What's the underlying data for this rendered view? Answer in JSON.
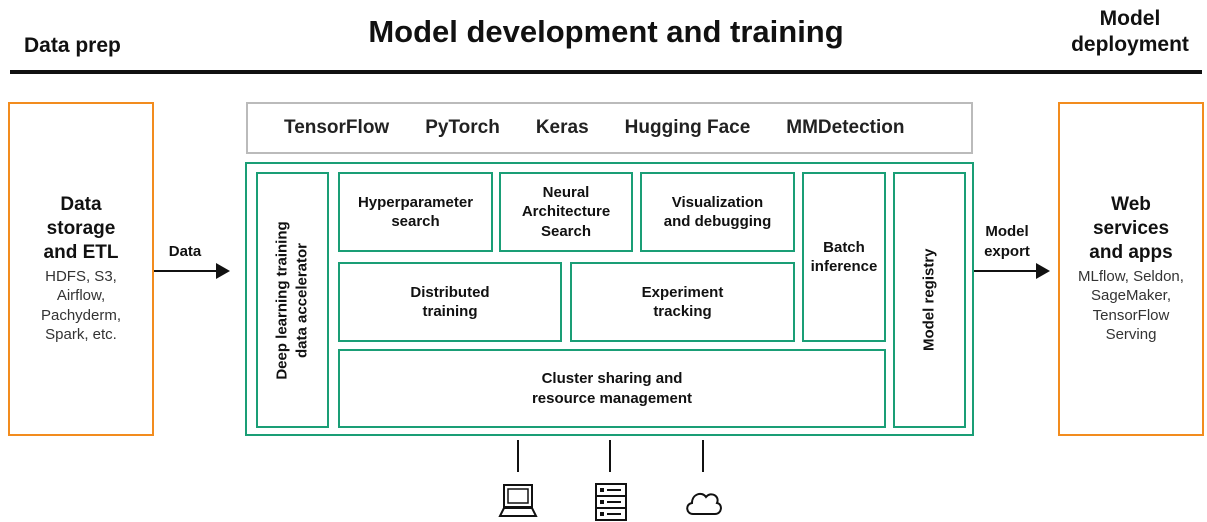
{
  "headers": {
    "left": "Data prep",
    "center": "Model development and training",
    "right_line1": "Model",
    "right_line2": "deployment"
  },
  "data_prep": {
    "title_lines": [
      "Data",
      "storage",
      "and ETL"
    ],
    "tools_lines": [
      "HDFS, S3,",
      "Airflow,",
      "Pachyderm,",
      "Spark, etc."
    ]
  },
  "deployment": {
    "title_lines": [
      "Web",
      "services",
      "and apps"
    ],
    "tools_lines": [
      "MLflow, Seldon,",
      "SageMaker,",
      "TensorFlow",
      "Serving"
    ]
  },
  "frameworks": [
    "TensorFlow",
    "PyTorch",
    "Keras",
    "Hugging Face",
    "MMDetection"
  ],
  "platform": {
    "accelerator": [
      "Deep learning training",
      "data accelerator"
    ],
    "hyperparameter": [
      "Hyperparameter",
      "search"
    ],
    "nas": [
      "Neural",
      "Architecture",
      "Search"
    ],
    "visualization": [
      "Visualization",
      "and debugging"
    ],
    "batch": [
      "Batch",
      "inference"
    ],
    "registry": "Model registry",
    "distributed": [
      "Distributed",
      "training"
    ],
    "experiment": [
      "Experiment",
      "tracking"
    ],
    "cluster": [
      "Cluster sharing and",
      "resource management"
    ]
  },
  "arrows": {
    "data_label": "Data",
    "export_label": [
      "Model",
      "export"
    ]
  },
  "infrastructure_icons": [
    "laptop-icon",
    "server-icon",
    "cloud-icon"
  ],
  "colors": {
    "orange": "#f28c1e",
    "green": "#1a9e76",
    "gray": "#bbbbbb",
    "text": "#111111"
  }
}
